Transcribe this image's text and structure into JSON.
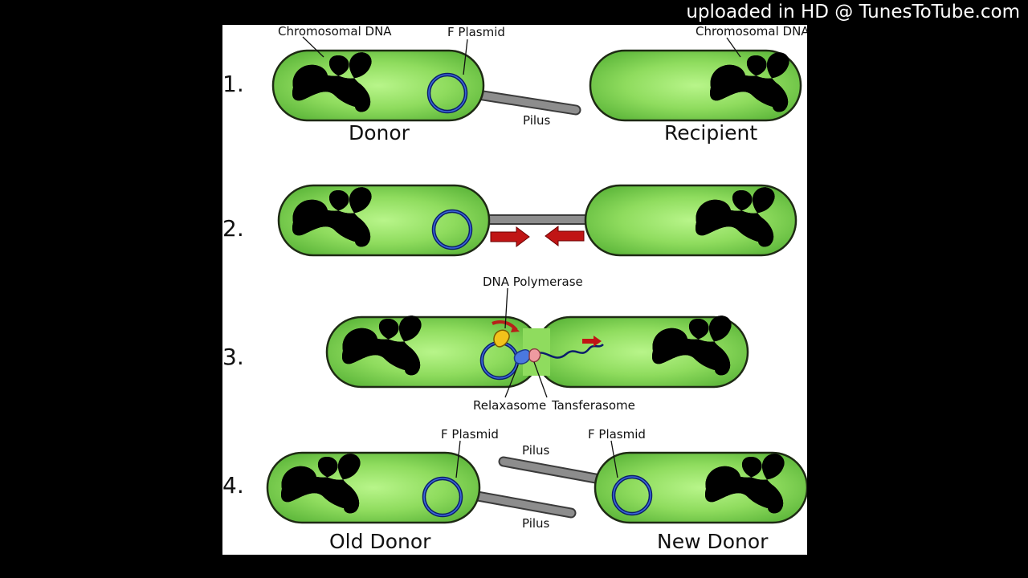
{
  "watermark": "uploaded in HD @ TunesToTube.com",
  "colors": {
    "cell_fill_light": "#a8ee7a",
    "cell_fill_dark": "#5fb83c",
    "dna": "#6e0707",
    "plasmid": "#1a2f8f",
    "pilus": "#8d8d8d",
    "arrow": "#c01515",
    "polymerase": "#f2c21b",
    "relaxasome": "#4a78e0",
    "transferasome": "#ef9aa0"
  },
  "steps": [
    {
      "number": "1.",
      "labels": {
        "chrom_left": "Chromosomal DNA",
        "plasmid": "F Plasmid",
        "chrom_right": "Chromosomal DNA",
        "pilus": "Pilus",
        "left_cell": "Donor",
        "right_cell": "Recipient"
      }
    },
    {
      "number": "2.",
      "labels": {}
    },
    {
      "number": "3.",
      "labels": {
        "polymerase": "DNA Polymerase",
        "relaxasome": "Relaxasome",
        "transferasome": "Tansferasome"
      }
    },
    {
      "number": "4.",
      "labels": {
        "plasmid_left": "F Plasmid",
        "plasmid_right": "F Plasmid",
        "pilus_top": "Pilus",
        "pilus_bottom": "Pilus",
        "left_cell": "Old Donor",
        "right_cell": "New Donor"
      }
    }
  ]
}
